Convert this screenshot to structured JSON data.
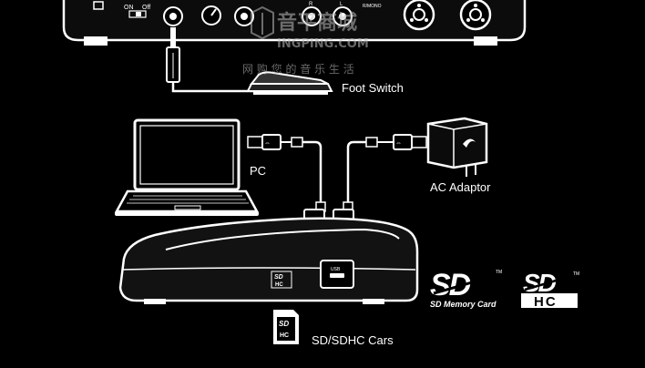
{
  "watermark": {
    "brand": "音平商城",
    "domain": "INGPING.COM",
    "slogan": "网 购 您 的 音 乐 生 活"
  },
  "device_top": {
    "switch_on": "ON",
    "switch_off": "Off",
    "jack_r": "R",
    "jack_l": "L",
    "jack_mono": "R/MONO"
  },
  "labels": {
    "foot_switch": "Foot Switch",
    "pc": "PC",
    "ac_adaptor": "AC Adaptor",
    "sd_cards": "SD/SDHC Cars",
    "usb_port": "USB"
  },
  "logos": {
    "sd_memory_card": "SD Memory Card",
    "sd_letters": "SD",
    "hc_letters": "HC",
    "tm": "TM"
  },
  "colors": {
    "background": "#000000",
    "line": "#ffffff",
    "device_fill": "#141414"
  }
}
